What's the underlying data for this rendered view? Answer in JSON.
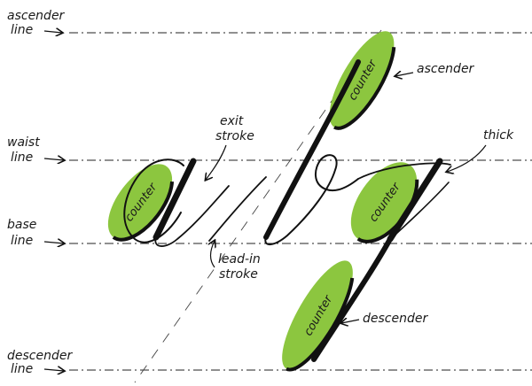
{
  "guide_lines": {
    "ascender": [
      "ascender",
      "line"
    ],
    "waist": [
      "waist",
      "line"
    ],
    "base": [
      "base",
      "line"
    ],
    "descender": [
      "descender",
      "line"
    ]
  },
  "callouts": {
    "exit_stroke": [
      "exit",
      "stroke"
    ],
    "lead_in_stroke": [
      "lead-in",
      "stroke"
    ],
    "ascender": "ascender",
    "thick": "thick",
    "descender": "descender"
  },
  "counters": [
    "counter",
    "counter",
    "counter",
    "counter"
  ],
  "colors": {
    "counter_fill": "#8cc63f",
    "ink": "#111111"
  }
}
